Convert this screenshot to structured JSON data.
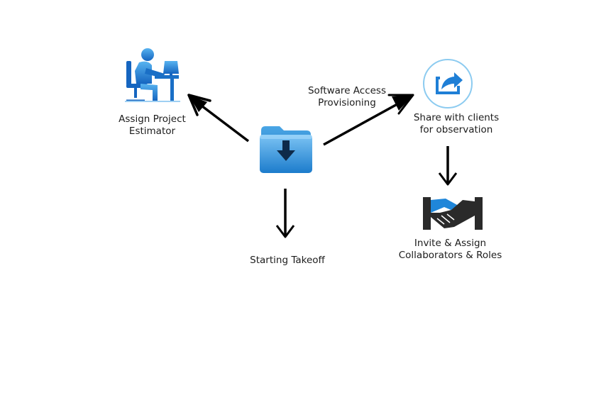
{
  "diagram": {
    "nodes": {
      "estimator": {
        "icon": "person-at-desk-icon",
        "label_line1": "Assign Project",
        "label_line2": "Estimator"
      },
      "center": {
        "icon": "download-folder-icon"
      },
      "share": {
        "icon": "share-arrow-icon",
        "label_line1": "Share with clients",
        "label_line2": "for  observation"
      },
      "invite": {
        "icon": "handshake-icon",
        "label_line1": "Invite & Assign",
        "label_line2": "Collaborators & Roles"
      },
      "takeoff": {
        "label": "Starting Takeoff"
      }
    },
    "edges": {
      "access": {
        "label_line1": "Software Access",
        "label_line2": "Provisioning"
      }
    },
    "colors": {
      "icon_blue": "#1f7fd6",
      "icon_light_blue": "#5fb4ee",
      "icon_dark": "#2b2b2b",
      "arrow": "#000000",
      "share_ring": "#7fc6ef"
    }
  }
}
